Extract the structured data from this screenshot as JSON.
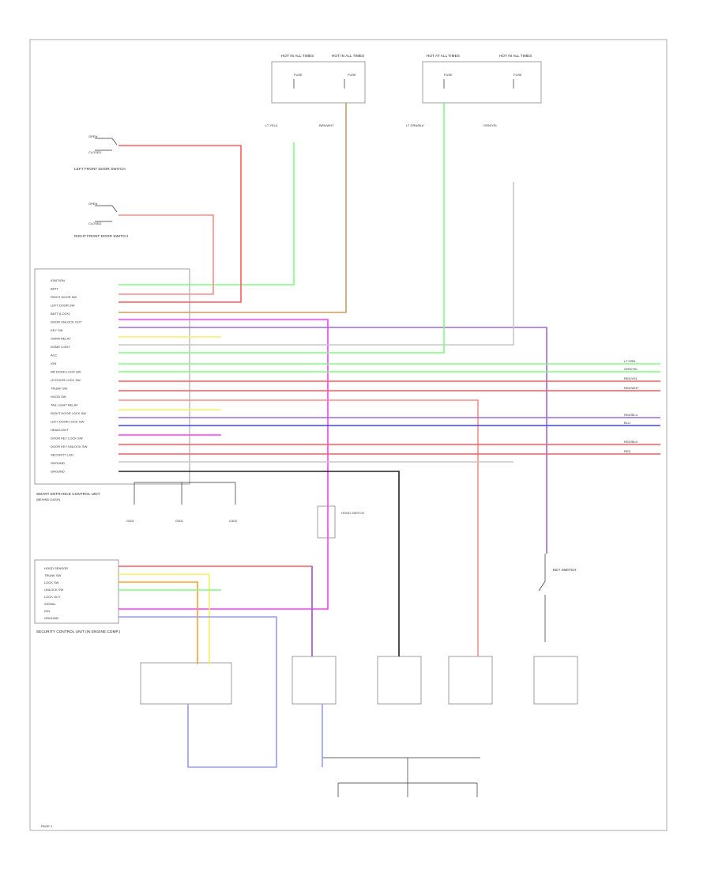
{
  "colors": {
    "red": "#ff5a5a",
    "pink": "#ff8a8a",
    "green": "#7dff7d",
    "tan": "#c8a060",
    "magenta": "#ff3cff",
    "purple": "#9b6bd6",
    "yellow": "#f2f25a",
    "blue": "#4040ff",
    "orange": "#ffa030",
    "gray": "#c8c8c8",
    "lavender": "#9999ff",
    "black": "#222222"
  },
  "labels": {
    "top_fuse1": "HOT IN ALL TIMES",
    "top_fuse2": "HOT IN ALL TIMES",
    "top_fuse3": "HOT AT ALL TIMES",
    "top_fuse4": "HOT IN ALL TIMES",
    "top_fuse_txt": "FUSE",
    "wire_yel": "LT YEL/L",
    "wire_brn": "BRN/WHT",
    "wire_ltgrn": "LT GRN/BLK",
    "wire_grnyel": "GRN/YEL",
    "left_door_sw": "LEFT FRONT DOOR SWITCH",
    "right_door_sw": "RIGHT FRONT DOOR SWITCH",
    "open": "OPEN",
    "closed": "CLOSED",
    "module": "SMART ENTRANCE CONTROL UNIT",
    "module2": "(BEHIND DASH)",
    "ground1": "G301",
    "ground2": "G302",
    "ground3": "G303",
    "key_sw": "KEY SWITCH",
    "hood_sw": "HOOD SWITCH",
    "sec_ctrl": "SECURITY CONTROL UNIT (IN ENGINE COMP.)",
    "page": "PAGE 1"
  },
  "module_pins": [
    "IGNITION",
    "BATT",
    "RIGHT DOOR SW",
    "LEFT DOOR SW",
    "BATT (LOCK)",
    "DOOR UNLOCK OUT",
    "KEY SW",
    "HORN RELAY",
    "DOME LIGHT",
    "ACC",
    "IGN",
    "RR DOOR LOCK SW",
    "LR DOOR LOCK SW",
    "TRUNK SW",
    "HOOD SW",
    "TAIL LIGHT RELAY",
    "RIGHT DOOR LOCK SW",
    "LEFT DOOR LOCK SW",
    "HEADLIGHT",
    "DOOR KEY LOCK SW",
    "DOOR KEY UNLOCK SW",
    "SECURITY LED",
    "GROUND",
    "GROUND"
  ],
  "lower_pins": [
    "HOOD SENSOR",
    "TRUNK SW",
    "LOCK SW",
    "UNLOCK SW",
    "LOCK OUT",
    "SIGNAL",
    "IGN",
    "GROUND"
  ],
  "right_tags": [
    "LT GRN",
    "GRN/YEL",
    "RED/YEL",
    "RED/WHT",
    "RED/BLU",
    "BLU",
    "RED/BLK",
    "RED"
  ]
}
